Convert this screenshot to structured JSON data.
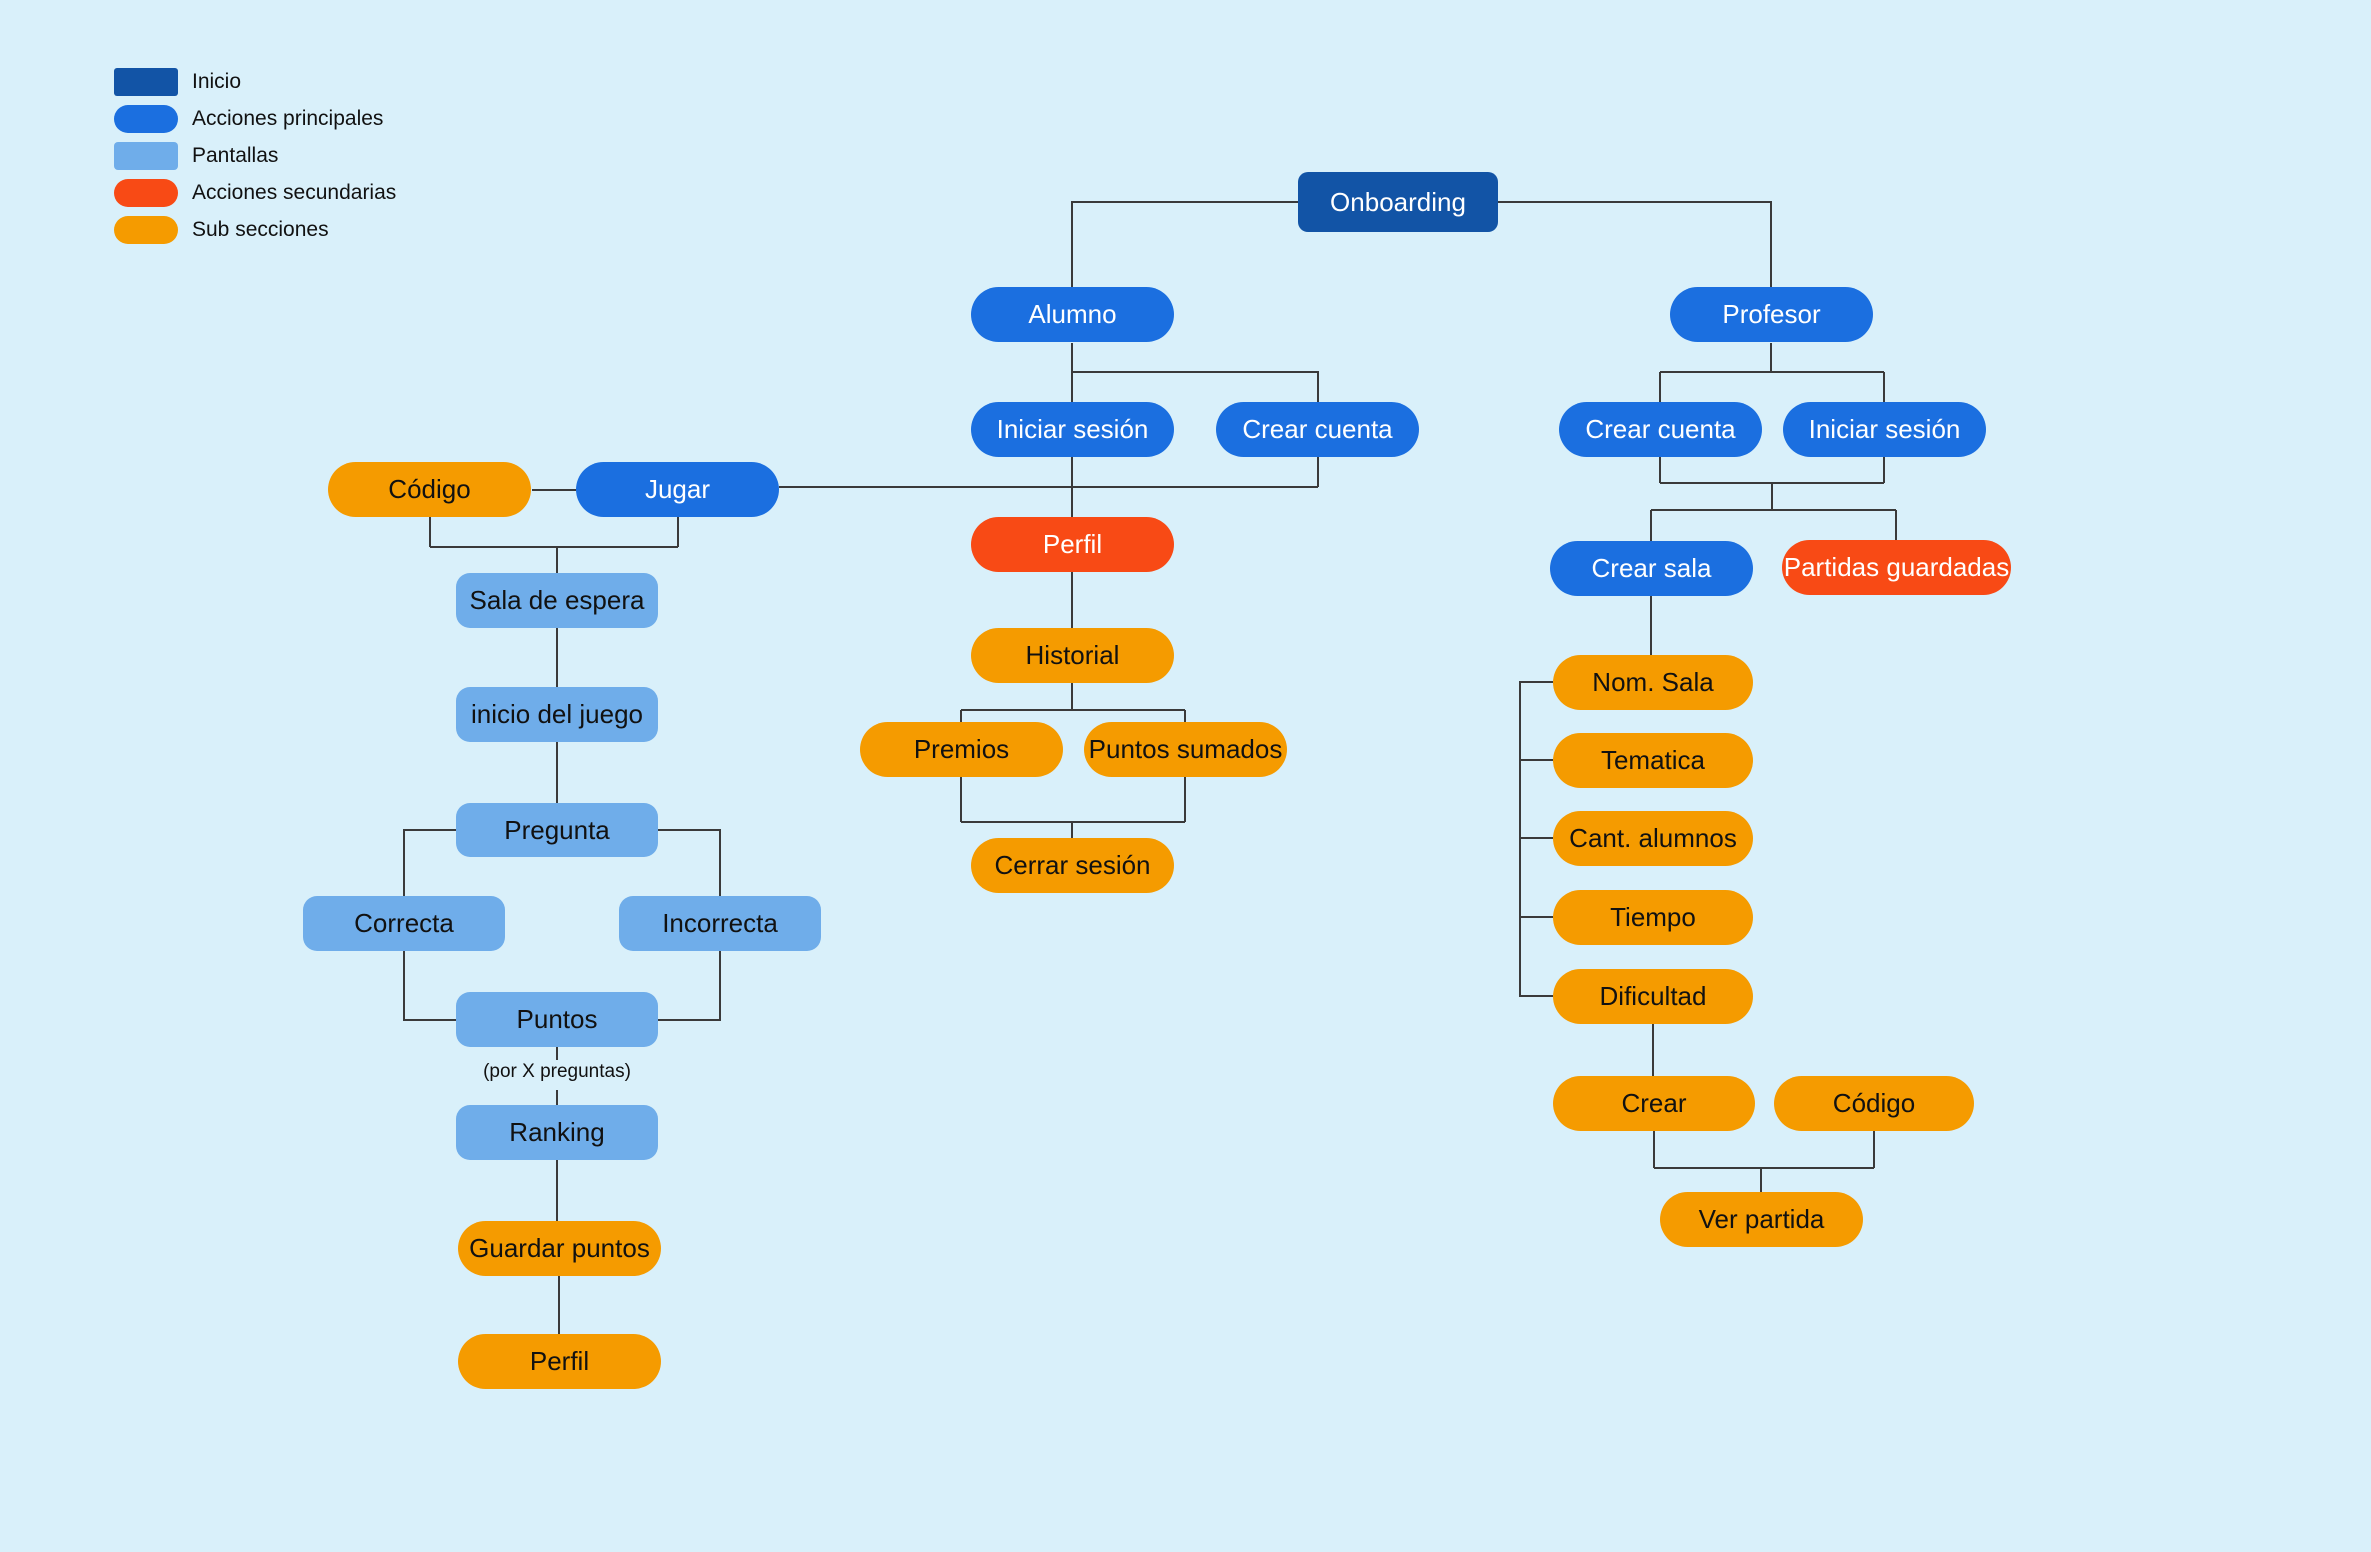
{
  "colors": {
    "background": "#d9f0fa",
    "inicio": "#1254a6",
    "acciones_principales": "#1b6fe0",
    "pantallas": "#6fadea",
    "acciones_secundarias": "#f84a15",
    "sub_secciones": "#f59b00",
    "connector_line": "#3a3a3a"
  },
  "legend": {
    "items": [
      {
        "label": "Inicio",
        "shape": "rounded-rect",
        "color": "#1254a6"
      },
      {
        "label": "Acciones principales",
        "shape": "pill",
        "color": "#1b6fe0"
      },
      {
        "label": "Pantallas",
        "shape": "rounded-rect",
        "color": "#6fadea"
      },
      {
        "label": "Acciones secundarias",
        "shape": "pill",
        "color": "#f84a15"
      },
      {
        "label": "Sub secciones",
        "shape": "pill",
        "color": "#f59b00"
      }
    ]
  },
  "nodes": {
    "onboarding": {
      "label": "Onboarding",
      "type": "inicio"
    },
    "alumno": {
      "label": "Alumno",
      "type": "accion-principal"
    },
    "profesor": {
      "label": "Profesor",
      "type": "accion-principal"
    },
    "alumno_iniciar_sesion": {
      "label": "Iniciar sesión",
      "type": "accion-principal"
    },
    "alumno_crear_cuenta": {
      "label": "Crear cuenta",
      "type": "accion-principal"
    },
    "codigo_izq": {
      "label": "Código",
      "type": "sub-seccion"
    },
    "jugar": {
      "label": "Jugar",
      "type": "accion-principal"
    },
    "perfil_centro": {
      "label": "Perfil",
      "type": "accion-secundaria"
    },
    "sala_de_espera": {
      "label": "Sala de espera",
      "type": "pantalla"
    },
    "historial": {
      "label": "Historial",
      "type": "sub-seccion"
    },
    "inicio_del_juego": {
      "label": "inicio del juego",
      "type": "pantalla"
    },
    "premios": {
      "label": "Premios",
      "type": "sub-seccion"
    },
    "puntos_sumados": {
      "label": "Puntos sumados",
      "type": "sub-seccion"
    },
    "pregunta": {
      "label": "Pregunta",
      "type": "pantalla"
    },
    "cerrar_sesion": {
      "label": "Cerrar sesión",
      "type": "sub-seccion"
    },
    "correcta": {
      "label": "Correcta",
      "type": "pantalla"
    },
    "incorrecta": {
      "label": "Incorrecta",
      "type": "pantalla"
    },
    "puntos": {
      "label": "Puntos",
      "type": "pantalla"
    },
    "ranking": {
      "label": "Ranking",
      "type": "pantalla"
    },
    "guardar_puntos": {
      "label": "Guardar puntos",
      "type": "sub-seccion"
    },
    "perfil_izq": {
      "label": "Perfil",
      "type": "sub-seccion"
    },
    "prof_crear_cuenta": {
      "label": "Crear cuenta",
      "type": "accion-principal"
    },
    "prof_iniciar_sesion": {
      "label": "Iniciar sesión",
      "type": "accion-principal"
    },
    "crear_sala": {
      "label": "Crear sala",
      "type": "accion-principal"
    },
    "partidas_guardadas": {
      "label": "Partidas guardadas",
      "type": "accion-secundaria"
    },
    "nom_sala": {
      "label": "Nom. Sala",
      "type": "sub-seccion"
    },
    "tematica": {
      "label": "Tematica",
      "type": "sub-seccion"
    },
    "cant_alumnos": {
      "label": "Cant. alumnos",
      "type": "sub-seccion"
    },
    "tiempo": {
      "label": "Tiempo",
      "type": "sub-seccion"
    },
    "dificultad": {
      "label": "Dificultad",
      "type": "sub-seccion"
    },
    "crear": {
      "label": "Crear",
      "type": "sub-seccion"
    },
    "codigo_der": {
      "label": "Código",
      "type": "sub-seccion"
    },
    "ver_partida": {
      "label": "Ver partida",
      "type": "sub-seccion"
    }
  },
  "annotations": {
    "por_x_preguntas": "(por X preguntas)"
  },
  "edges": [
    [
      "onboarding",
      "alumno"
    ],
    [
      "onboarding",
      "profesor"
    ],
    [
      "alumno",
      "alumno_iniciar_sesion"
    ],
    [
      "alumno",
      "alumno_crear_cuenta"
    ],
    [
      "alumno_iniciar_sesion",
      "perfil_centro"
    ],
    [
      "alumno_crear_cuenta",
      "jugar"
    ],
    [
      "jugar",
      "codigo_izq"
    ],
    [
      "codigo_izq",
      "sala_de_espera"
    ],
    [
      "jugar",
      "sala_de_espera"
    ],
    [
      "sala_de_espera",
      "inicio_del_juego"
    ],
    [
      "inicio_del_juego",
      "pregunta"
    ],
    [
      "pregunta",
      "correcta"
    ],
    [
      "pregunta",
      "incorrecta"
    ],
    [
      "correcta",
      "puntos"
    ],
    [
      "incorrecta",
      "puntos"
    ],
    [
      "puntos",
      "ranking"
    ],
    [
      "ranking",
      "guardar_puntos"
    ],
    [
      "guardar_puntos",
      "perfil_izq"
    ],
    [
      "perfil_centro",
      "historial"
    ],
    [
      "historial",
      "premios"
    ],
    [
      "historial",
      "puntos_sumados"
    ],
    [
      "premios",
      "cerrar_sesion"
    ],
    [
      "puntos_sumados",
      "cerrar_sesion"
    ],
    [
      "profesor",
      "prof_crear_cuenta"
    ],
    [
      "profesor",
      "prof_iniciar_sesion"
    ],
    [
      "prof_crear_cuenta",
      "crear_sala"
    ],
    [
      "prof_iniciar_sesion",
      "partidas_guardadas"
    ],
    [
      "crear_sala",
      "nom_sala"
    ],
    [
      "nom_sala",
      "tematica"
    ],
    [
      "tematica",
      "cant_alumnos"
    ],
    [
      "cant_alumnos",
      "tiempo"
    ],
    [
      "tiempo",
      "dificultad"
    ],
    [
      "dificultad",
      "crear"
    ],
    [
      "crear",
      "ver_partida"
    ],
    [
      "codigo_der",
      "ver_partida"
    ]
  ]
}
